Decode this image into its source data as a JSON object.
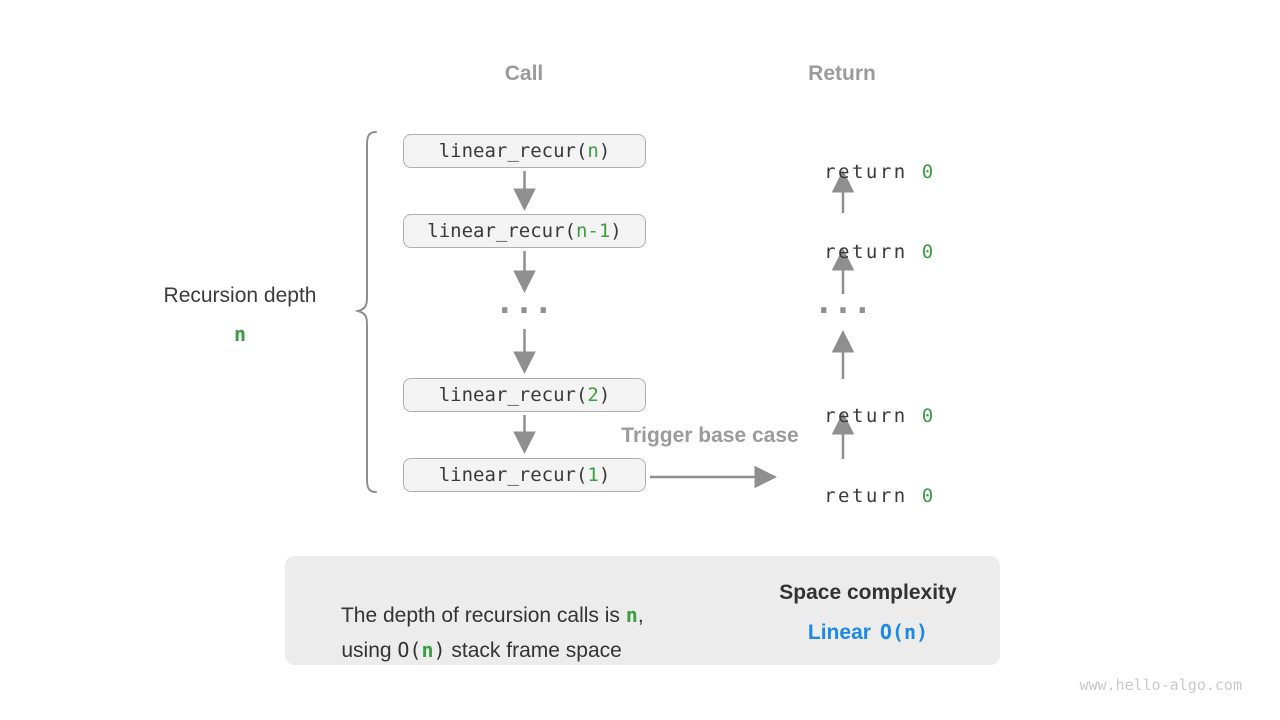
{
  "colors": {
    "green": "#3c9e44",
    "blue": "#1e88e5",
    "gray_label": "#9b9b9b",
    "arrow": "#8f8f8f"
  },
  "headers": {
    "call": "Call",
    "return": "Return"
  },
  "depth_label": {
    "title": "Recursion depth",
    "value": "n"
  },
  "call_column": {
    "boxes": [
      {
        "prefix": "linear_recur(",
        "arg": "n",
        "suffix": ")"
      },
      {
        "prefix": "linear_recur(",
        "arg": "n-1",
        "suffix": ")"
      },
      {
        "prefix": "linear_recur(",
        "arg": "2",
        "suffix": ")"
      },
      {
        "prefix": "linear_recur(",
        "arg": "1",
        "suffix": ")"
      }
    ],
    "ellipsis": "..."
  },
  "return_column": {
    "rows": [
      {
        "keyword": "return ",
        "value": "0"
      },
      {
        "keyword": "return ",
        "value": "0"
      },
      {
        "keyword": "return ",
        "value": "0"
      },
      {
        "keyword": "return ",
        "value": "0"
      }
    ],
    "ellipsis": "..."
  },
  "trigger_label": "Trigger base case",
  "summary": {
    "line1": {
      "pre": "The depth of recursion calls is ",
      "var": "n",
      "post": ","
    },
    "line2": {
      "pre": "using ",
      "code_open": "O(",
      "var": "n",
      "code_close": ")",
      "post": " stack frame space"
    },
    "title": "Space complexity",
    "result": {
      "word": "Linear",
      "code": "O(n)"
    }
  },
  "watermark": "www.hello-algo.com"
}
